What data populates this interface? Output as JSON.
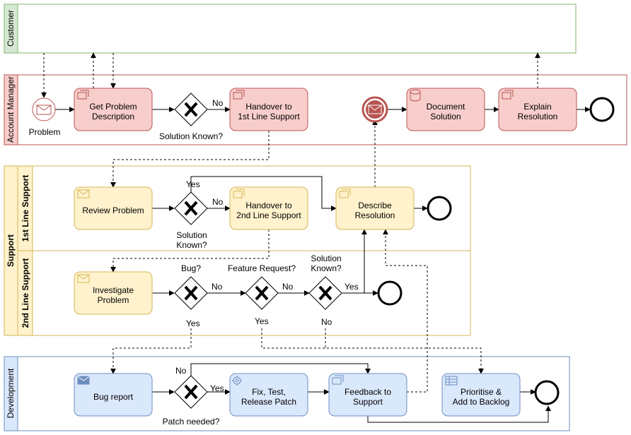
{
  "pools": {
    "customer": "Customer",
    "account_manager": "Account Manager",
    "support": "Support",
    "support_lane1": "1st Line Support",
    "support_lane2": "2nd Line Support",
    "development": "Development"
  },
  "tasks": {
    "get_problem_l1": "Get Problem",
    "get_problem_l2": "Description",
    "handover1_l1": "Handover to",
    "handover1_l2": "1st Line Support",
    "document_l1": "Document",
    "document_l2": "Solution",
    "explain_l1": "Explain",
    "explain_l2": "Resolution",
    "review": "Review Problem",
    "handover2_l1": "Handover to",
    "handover2_l2": "2nd Line Support",
    "describe_l1": "Describe",
    "describe_l2": "Resolution",
    "investigate_l1": "Investigate",
    "investigate_l2": "Problem",
    "bug_report": "Bug report",
    "fix_l1": "Fix, Test,",
    "fix_l2": "Release Patch",
    "feedback_l1": "Feedback to",
    "feedback_l2": "Support",
    "prioritise_l1": "Prioritise &",
    "prioritise_l2": "Add to Backlog"
  },
  "labels": {
    "problem": "Problem",
    "solution_known": "Solution Known?",
    "solution_known2_l1": "Solution",
    "solution_known2_l2": "Known?",
    "bug": "Bug?",
    "feature_request": "Feature Request?",
    "solution_known3_l1": "Solution",
    "solution_known3_l2": "Known?",
    "patch_needed": "Patch needed?",
    "no": "No",
    "yes": "Yes"
  },
  "colors": {
    "customer_stroke": "#82b366",
    "customer_fill": "#d5e8d4",
    "am_stroke": "#b85450",
    "am_fill": "#f8cecc",
    "support_stroke": "#d6b656",
    "support_fill": "#fff2cc",
    "dev_stroke": "#6c8ebf",
    "dev_fill": "#dae8fc"
  }
}
